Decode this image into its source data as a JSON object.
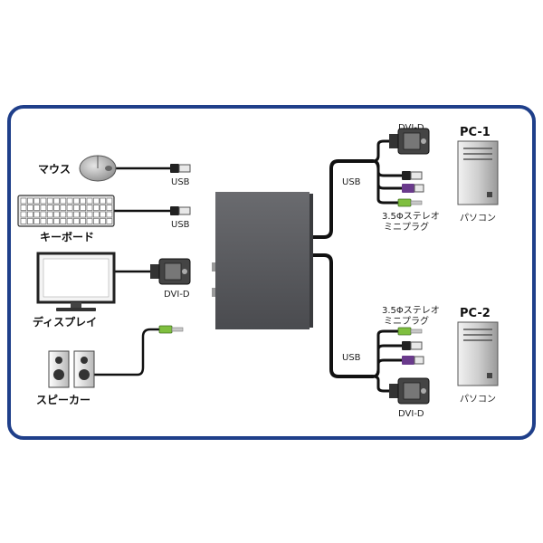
{
  "devices": {
    "mouse": "マウス",
    "keyboard": "キーボード",
    "display": "ディスプレイ",
    "speaker": "スピーカー"
  },
  "connectors": {
    "usb": "USB",
    "dvi": "DVI-D",
    "audio_line1": "3.5Φステレオ",
    "audio_line2": "ミニプラグ"
  },
  "pcs": {
    "pc1": {
      "name": "PC-1",
      "label": "パソコン"
    },
    "pc2": {
      "name": "PC-2",
      "label": "パソコン"
    }
  },
  "colors": {
    "frame": "#1f3f8a",
    "switch_body": "#55565a",
    "cable": "#111111",
    "usb_plug": "#222222",
    "ps2_plug": "#6a3a8c",
    "audio_plug": "#7fbf3f"
  }
}
